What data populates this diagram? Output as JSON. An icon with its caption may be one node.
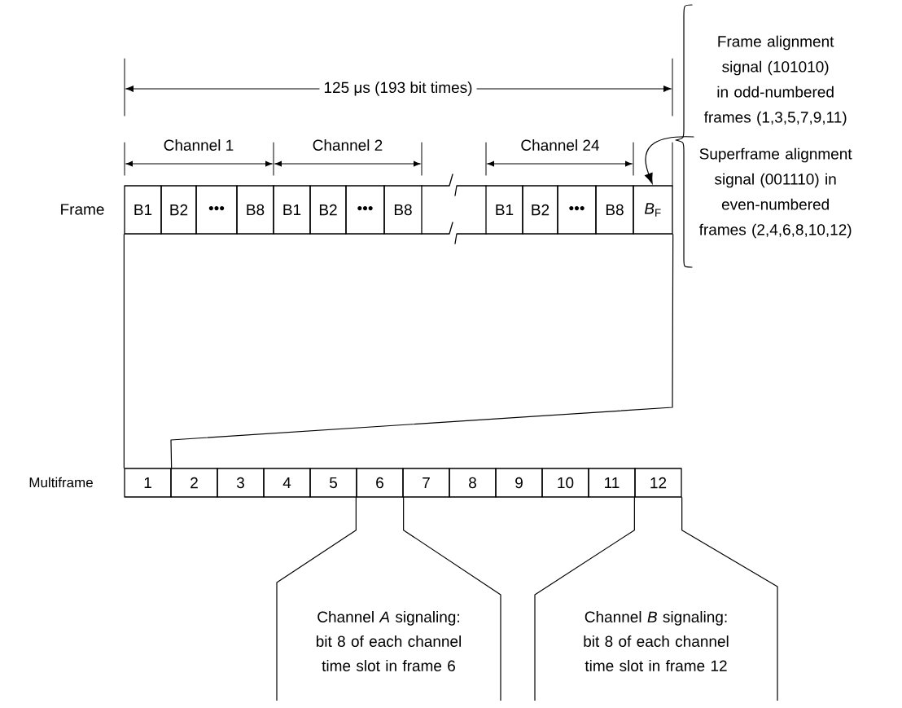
{
  "diagram": {
    "nodes": [
      {
        "text": [
          "B1"
        ]
      },
      {
        "text": [
          "B2"
        ]
      },
      {
        "text": [
          "•••"
        ]
      },
      {
        "text": [
          "B8"
        ]
      },
      {
        "text": [
          "B1"
        ]
      },
      {
        "text": [
          "B2"
        ]
      },
      {
        "text": [
          "•••"
        ]
      },
      {
        "text": [
          "B8"
        ]
      },
      {
        "text": [
          "B1"
        ]
      },
      {
        "text": [
          "B2"
        ]
      },
      {
        "text": [
          "•••"
        ]
      },
      {
        "text": [
          "B8"
        ]
      },
      {
        "text": [
          "*B*$_{F}$"
        ]
      },
      {
        "text": [
          "1"
        ]
      },
      {
        "text": [
          "2"
        ]
      },
      {
        "text": [
          "3"
        ]
      },
      {
        "text": [
          "4"
        ]
      },
      {
        "text": [
          "5"
        ]
      },
      {
        "text": [
          "6"
        ]
      },
      {
        "text": [
          "7"
        ]
      },
      {
        "text": [
          "8"
        ]
      },
      {
        "text": [
          "9"
        ]
      },
      {
        "text": [
          "10"
        ]
      },
      {
        "text": [
          "11"
        ]
      },
      {
        "text": [
          "12"
        ]
      },
      {
        "text": [
          "Frame alignment signal (101010) in odd-numbered frames (1,3,5,7,9,11)",
          "Superframe alignment signal (001110) in even-numbered frames (2,4,6,8,10,12)"
        ]
      },
      {
        "text": [
          "Channel *A* signaling: bit 8 of each channel time slot in frame 6"
        ]
      },
      {
        "text": [
          "Channel *B* signaling: bit 8 of each channel time slot in frame 12"
        ]
      }
    ],
    "edges": [
      {
        "from": 0,
        "to": 13,
        "arrow": "none"
      },
      {
        "from": 12,
        "to": 13,
        "arrow": "none"
      },
      {
        "from": 25,
        "to": 12,
        "arrow": "to"
      },
      {
        "from": 18,
        "to": 26,
        "arrow": "none"
      },
      {
        "from": 24,
        "to": 27,
        "arrow": "none"
      }
    ],
    "labels": [
      "125 μs (193 bit times)",
      "Channel 1",
      "Channel 2",
      "Channel 24",
      "Frame",
      "Multiframe"
    ]
  }
}
